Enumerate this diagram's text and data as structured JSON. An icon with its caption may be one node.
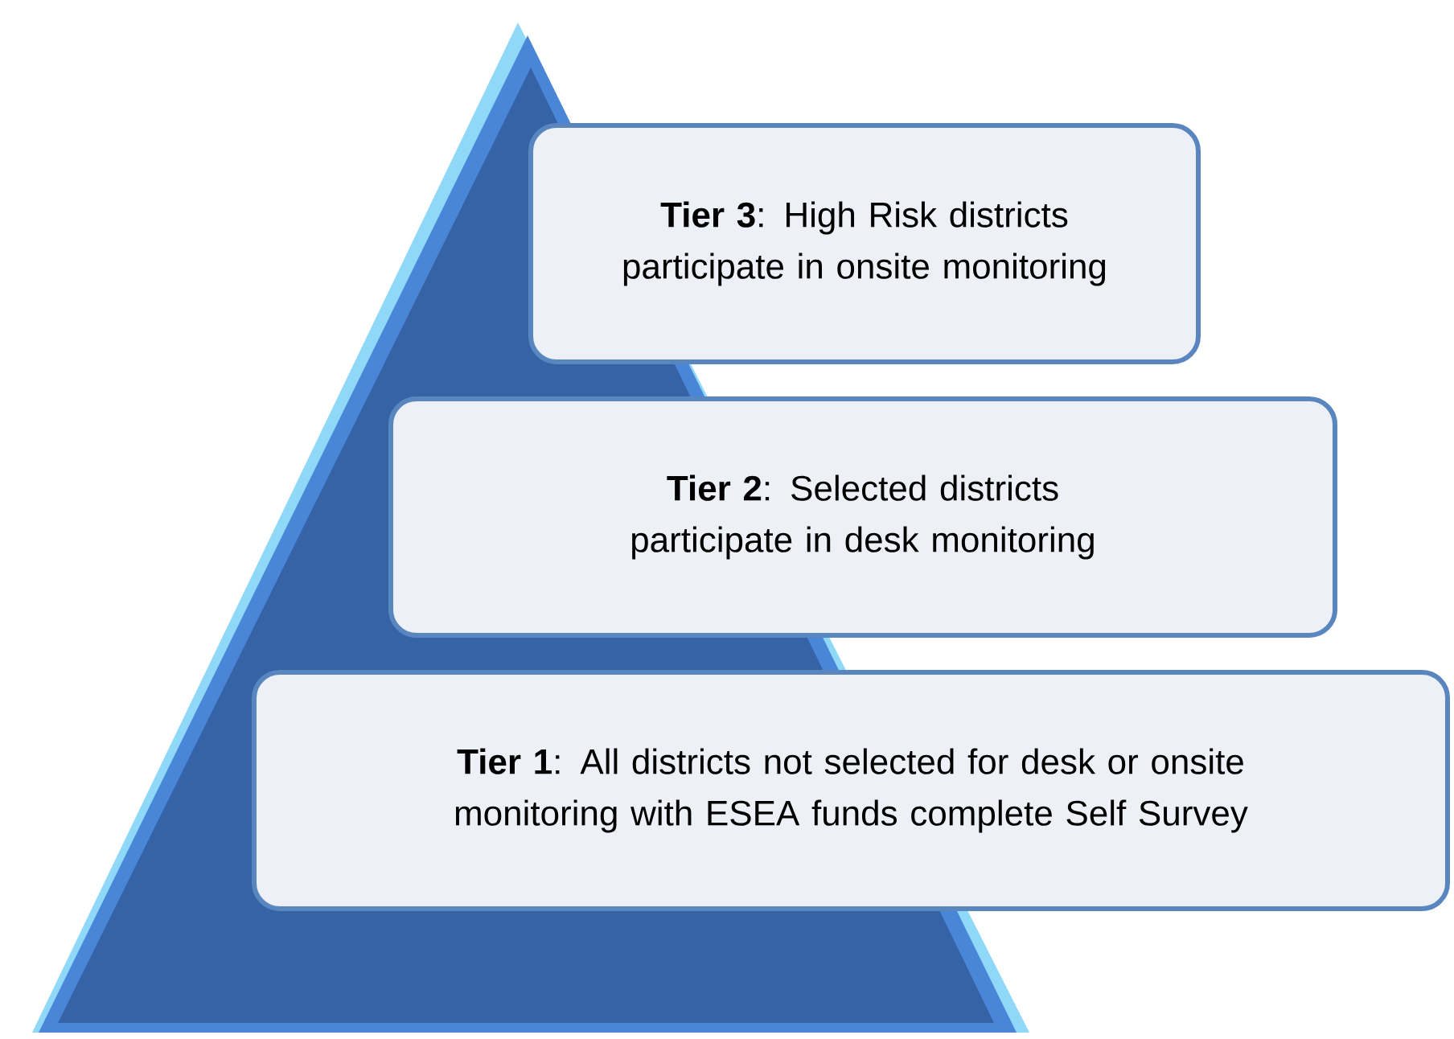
{
  "diagram": {
    "nodes": [
      {
        "text": [
          "**Tier 3**: High Risk districts participate in onsite monitoring"
        ]
      },
      {
        "text": [
          "**Tier 2**: Selected districts participate in desk monitoring"
        ]
      },
      {
        "text": [
          "**Tier 1**: All districts not selected for desk or onsite monitoring with ESEA funds complete Self Survey"
        ]
      }
    ]
  }
}
